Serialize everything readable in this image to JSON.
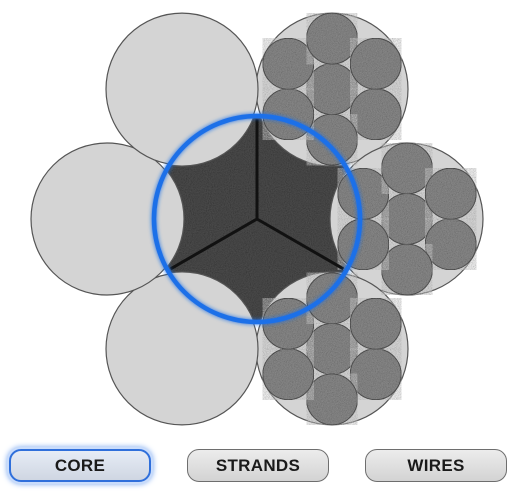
{
  "diagram": {
    "active_tab": "core",
    "colors": {
      "outer_strand_fill": "#d4d4d4",
      "outer_strand_stroke": "#555555",
      "wire_fill": "#8f8f8f",
      "wire_stroke": "#555555",
      "core_fill": "#505050",
      "core_divider": "#111111",
      "highlight_ring": "#1f6fe8"
    }
  },
  "tabs": {
    "core": "CORE",
    "strands": "STRANDS",
    "wires": "WIRES"
  }
}
